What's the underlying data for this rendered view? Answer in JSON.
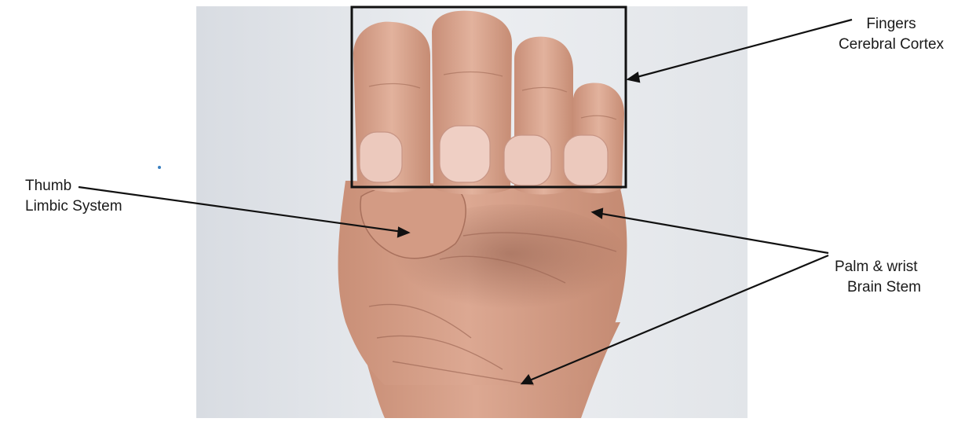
{
  "labels": {
    "fingers": {
      "part": "Fingers",
      "brain_region": "Cerebral Cortex"
    },
    "thumb": {
      "part": "Thumb",
      "brain_region": "Limbic System"
    },
    "palm": {
      "part": "Palm & wrist",
      "brain_region": "Brain Stem"
    }
  },
  "colors": {
    "background": "#ffffff",
    "photo_background": "#e6e8ec",
    "skin": "#d9a48c",
    "skin_shadow": "#b97c64",
    "nail": "#eac9c0",
    "line": "#111111"
  }
}
